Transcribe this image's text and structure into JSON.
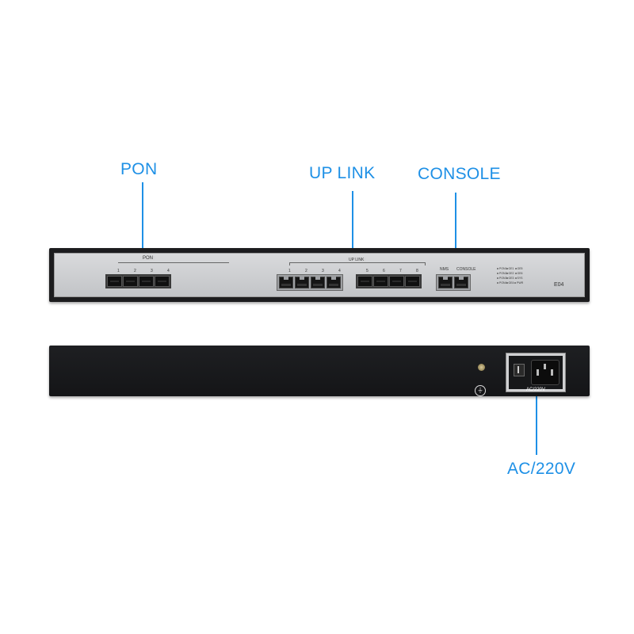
{
  "callouts": {
    "pon": "PON",
    "uplink": "UP LINK",
    "console": "CONSOLE",
    "ac": "AC/220V"
  },
  "front_panel": {
    "pon_group_label": "PON",
    "pon_port_numbers": [
      "1",
      "2",
      "3",
      "4"
    ],
    "uplink_group_label": "UP LINK",
    "uplink_port_numbers": [
      "1",
      "2",
      "3",
      "4",
      "5",
      "6",
      "7",
      "8"
    ],
    "nms_label": "NMS",
    "console_label": "CONSOLE",
    "model_label": "E04",
    "led_labels": [
      "PON1",
      "GE1",
      "GE5",
      "PON2",
      "GE2",
      "GE6",
      "PON3",
      "GE3",
      "SYS",
      "PON4",
      "GE4",
      "PWR"
    ]
  },
  "back_panel": {
    "power_label": "AC/220V",
    "ground_symbol": "⏚"
  }
}
